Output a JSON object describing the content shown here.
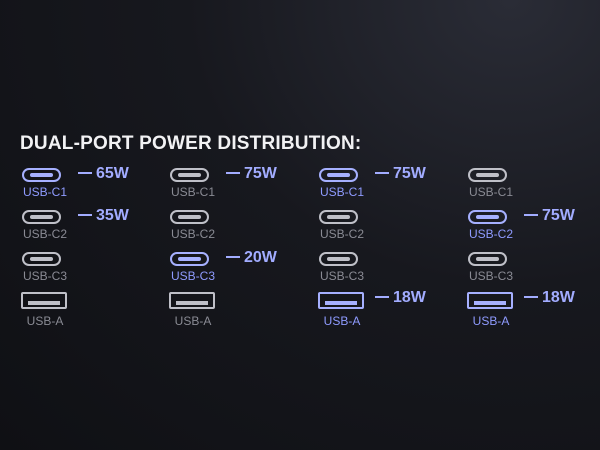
{
  "title": "DUAL-PORT POWER DISTRIBUTION:",
  "colors": {
    "active": "#a6b0ff",
    "inactive": "#bfc0c8",
    "label": "#8a8b94"
  },
  "configs": [
    {
      "ports": [
        {
          "label": "USB-C1",
          "active": true,
          "watt": "65W"
        },
        {
          "label": "USB-C2",
          "active": false,
          "watt": "35W"
        },
        {
          "label": "USB-C3",
          "active": false,
          "watt": ""
        },
        {
          "label": "USB-A",
          "active": false,
          "watt": ""
        }
      ]
    },
    {
      "ports": [
        {
          "label": "USB-C1",
          "active": false,
          "watt": "75W"
        },
        {
          "label": "USB-C2",
          "active": false,
          "watt": ""
        },
        {
          "label": "USB-C3",
          "active": true,
          "watt": "20W"
        },
        {
          "label": "USB-A",
          "active": false,
          "watt": ""
        }
      ]
    },
    {
      "ports": [
        {
          "label": "USB-C1",
          "active": true,
          "watt": "75W"
        },
        {
          "label": "USB-C2",
          "active": false,
          "watt": ""
        },
        {
          "label": "USB-C3",
          "active": false,
          "watt": ""
        },
        {
          "label": "USB-A",
          "active": true,
          "watt": "18W"
        }
      ]
    },
    {
      "ports": [
        {
          "label": "USB-C1",
          "active": false,
          "watt": ""
        },
        {
          "label": "USB-C2",
          "active": true,
          "watt": "75W"
        },
        {
          "label": "USB-C3",
          "active": false,
          "watt": ""
        },
        {
          "label": "USB-A",
          "active": true,
          "watt": "18W"
        }
      ]
    }
  ]
}
